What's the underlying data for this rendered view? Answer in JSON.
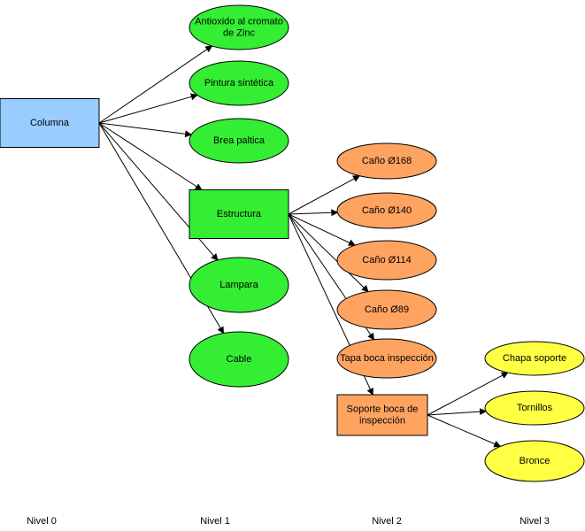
{
  "colors": {
    "root_fill": "#99ccff",
    "level1_fill": "#33ee33",
    "level2_fill": "#ffa460",
    "level3_fill": "#ffff44",
    "stroke": "#000000"
  },
  "nodes": {
    "columna": {
      "label": "Columna",
      "shape": "rect"
    },
    "antioxido": {
      "label_lines": [
        "Antioxido al cromato",
        "de Zinc"
      ],
      "shape": "ellipse"
    },
    "pintura": {
      "label": "Pintura sintética",
      "shape": "ellipse"
    },
    "brea": {
      "label": "Brea paltica",
      "shape": "ellipse"
    },
    "estructura": {
      "label": "Estructura",
      "shape": "rect"
    },
    "lampara": {
      "label": "Lampara",
      "shape": "ellipse"
    },
    "cable": {
      "label": "Cable",
      "shape": "ellipse"
    },
    "cano168": {
      "label": "Caño Ø168",
      "shape": "ellipse"
    },
    "cano140": {
      "label": "Caño Ø140",
      "shape": "ellipse"
    },
    "cano114": {
      "label": "Caño Ø114",
      "shape": "ellipse"
    },
    "cano89": {
      "label": "Caño Ø89",
      "shape": "ellipse"
    },
    "tapa": {
      "label": "Tapa boca inspección",
      "shape": "ellipse"
    },
    "soporte": {
      "label_lines": [
        "Soporte boca de",
        "inspección"
      ],
      "shape": "rect"
    },
    "chapa": {
      "label": "Chapa soporte",
      "shape": "ellipse"
    },
    "tornillos": {
      "label": "Tornillos",
      "shape": "ellipse"
    },
    "bronce": {
      "label": "Bronce",
      "shape": "ellipse"
    }
  },
  "edges": [
    [
      "columna",
      "antioxido"
    ],
    [
      "columna",
      "pintura"
    ],
    [
      "columna",
      "brea"
    ],
    [
      "columna",
      "estructura"
    ],
    [
      "columna",
      "lampara"
    ],
    [
      "columna",
      "cable"
    ],
    [
      "estructura",
      "cano168"
    ],
    [
      "estructura",
      "cano140"
    ],
    [
      "estructura",
      "cano114"
    ],
    [
      "estructura",
      "cano89"
    ],
    [
      "estructura",
      "tapa"
    ],
    [
      "estructura",
      "soporte"
    ],
    [
      "soporte",
      "chapa"
    ],
    [
      "soporte",
      "tornillos"
    ],
    [
      "soporte",
      "bronce"
    ]
  ],
  "levels": [
    "Nivel 0",
    "Nivel 1",
    "Nivel 2",
    "Nivel 3"
  ]
}
